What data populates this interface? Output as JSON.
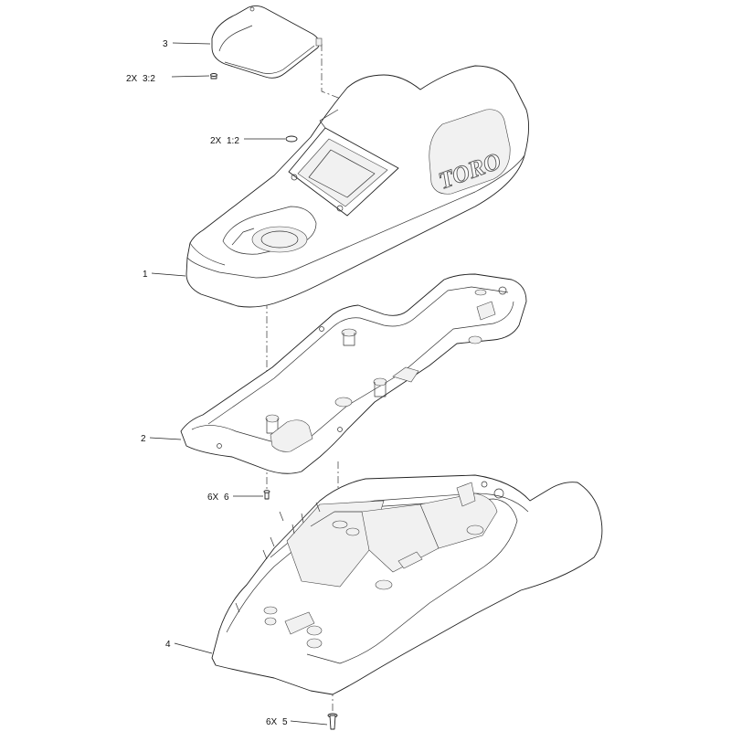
{
  "callouts": {
    "cover": {
      "ref": "3"
    },
    "cover_screw": {
      "qty": "2X",
      "ref": "3:2"
    },
    "console_plug": {
      "qty": "2X",
      "ref": "1:2"
    },
    "upper_console": {
      "ref": "1"
    },
    "lower_tray": {
      "ref": "2"
    },
    "tray_screw": {
      "qty": "6X",
      "ref": "6"
    },
    "base_housing": {
      "ref": "4"
    },
    "base_screw": {
      "qty": "6X",
      "ref": "5"
    }
  },
  "logo": {
    "text": "TORO"
  }
}
